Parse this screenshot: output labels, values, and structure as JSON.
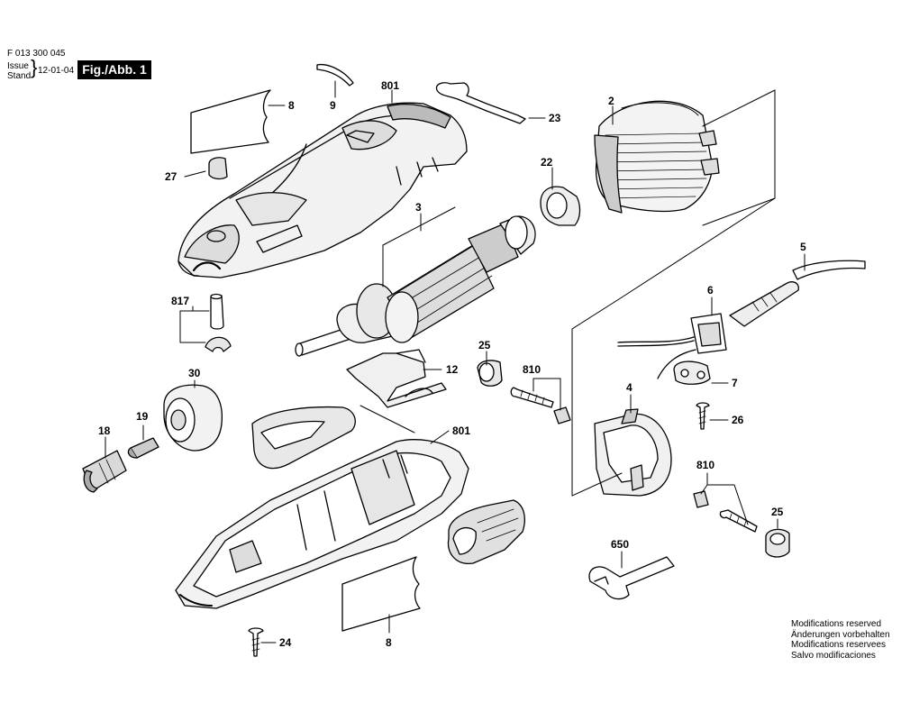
{
  "header": {
    "doc_number": "F 013 300 045",
    "issue_label_1": "Issue",
    "issue_label_2": "Stand",
    "issue_date": "12-01-04",
    "figure_label": "Fig./Abb. 1"
  },
  "parts": {
    "p801_top": "801",
    "p9": "9",
    "p8_top": "8",
    "p23": "23",
    "p2": "2",
    "p27": "27",
    "p22": "22",
    "p3": "3",
    "p5": "5",
    "p817": "817",
    "p6": "6",
    "p25_mid": "25",
    "p810_mid": "810",
    "p12": "12",
    "p7": "7",
    "p30": "30",
    "p4": "4",
    "p26": "26",
    "p18": "18",
    "p19": "19",
    "p801_bottom": "801",
    "p810_right": "810",
    "p25_right": "25",
    "p650": "650",
    "p24": "24",
    "p8_bottom": "8"
  },
  "notes": [
    "Modifications reserved",
    "Änderungen vorbehalten",
    "Modifications reservees",
    "Salvo modificaciones"
  ]
}
